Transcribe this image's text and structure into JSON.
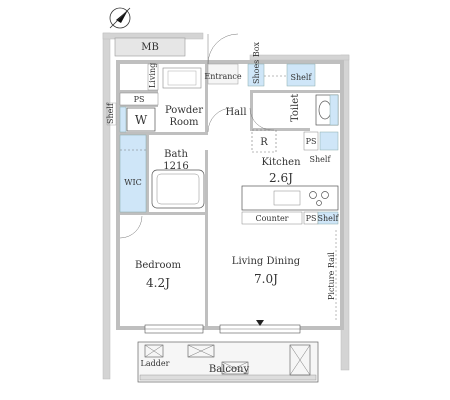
{
  "compass": {
    "icon": "north-arrow-icon"
  },
  "labels": {
    "mb": "MB",
    "living": "Living",
    "entrance": "Entrance",
    "shoes_box": "Shoes Box",
    "shelf_entrance": "Shelf",
    "shelf_left": "Shelf",
    "ps_left": "PS",
    "w": "W",
    "powder_room_1": "Powder",
    "powder_room_2": "Room",
    "hall": "Hall",
    "toilet": "Toilet",
    "ps_right": "PS",
    "shelf_right": "Shelf",
    "r": "R",
    "kitchen": "Kitchen",
    "kitchen_size": "2.6J",
    "bath_1": "Bath",
    "bath_2": "1216",
    "wic": "WIC",
    "counter": "Counter",
    "ps_counter": "PS",
    "shelf_counter": "Shelf",
    "bedroom": "Bedroom",
    "bedroom_size": "4.2J",
    "living_dining": "Living Dining",
    "living_dining_size": "7.0J",
    "picture_rail": "Picture Rail",
    "ladder": "Ladder",
    "balcony": "Balcony"
  },
  "colors": {
    "storage_blue": "#cfe6f8",
    "wall": "#bfbfbf"
  }
}
